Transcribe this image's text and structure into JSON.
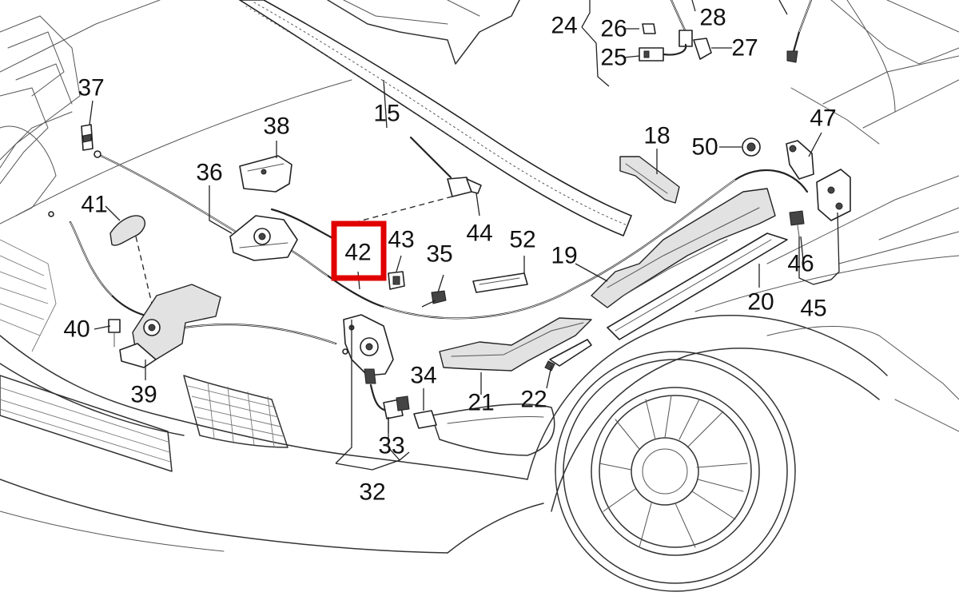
{
  "diagram": {
    "labels": [
      {
        "id": "l15",
        "text": "15"
      },
      {
        "id": "l18",
        "text": "18"
      },
      {
        "id": "l19",
        "text": "19"
      },
      {
        "id": "l20",
        "text": "20"
      },
      {
        "id": "l21",
        "text": "21"
      },
      {
        "id": "l22",
        "text": "22"
      },
      {
        "id": "l24",
        "text": "24"
      },
      {
        "id": "l25",
        "text": "25"
      },
      {
        "id": "l26",
        "text": "26"
      },
      {
        "id": "l27",
        "text": "27"
      },
      {
        "id": "l28",
        "text": "28"
      },
      {
        "id": "l32",
        "text": "32"
      },
      {
        "id": "l33",
        "text": "33"
      },
      {
        "id": "l34",
        "text": "34"
      },
      {
        "id": "l35",
        "text": "35"
      },
      {
        "id": "l36",
        "text": "36"
      },
      {
        "id": "l37",
        "text": "37"
      },
      {
        "id": "l38",
        "text": "38"
      },
      {
        "id": "l39",
        "text": "39"
      },
      {
        "id": "l40",
        "text": "40"
      },
      {
        "id": "l41",
        "text": "41"
      },
      {
        "id": "l42",
        "text": "42"
      },
      {
        "id": "l43",
        "text": "43"
      },
      {
        "id": "l44",
        "text": "44"
      },
      {
        "id": "l45",
        "text": "45"
      },
      {
        "id": "l46",
        "text": "46"
      },
      {
        "id": "l47",
        "text": "47"
      },
      {
        "id": "l50",
        "text": "50"
      },
      {
        "id": "l52",
        "text": "52"
      }
    ],
    "highlighted_label": "42",
    "highlight_color": "#e00000"
  }
}
